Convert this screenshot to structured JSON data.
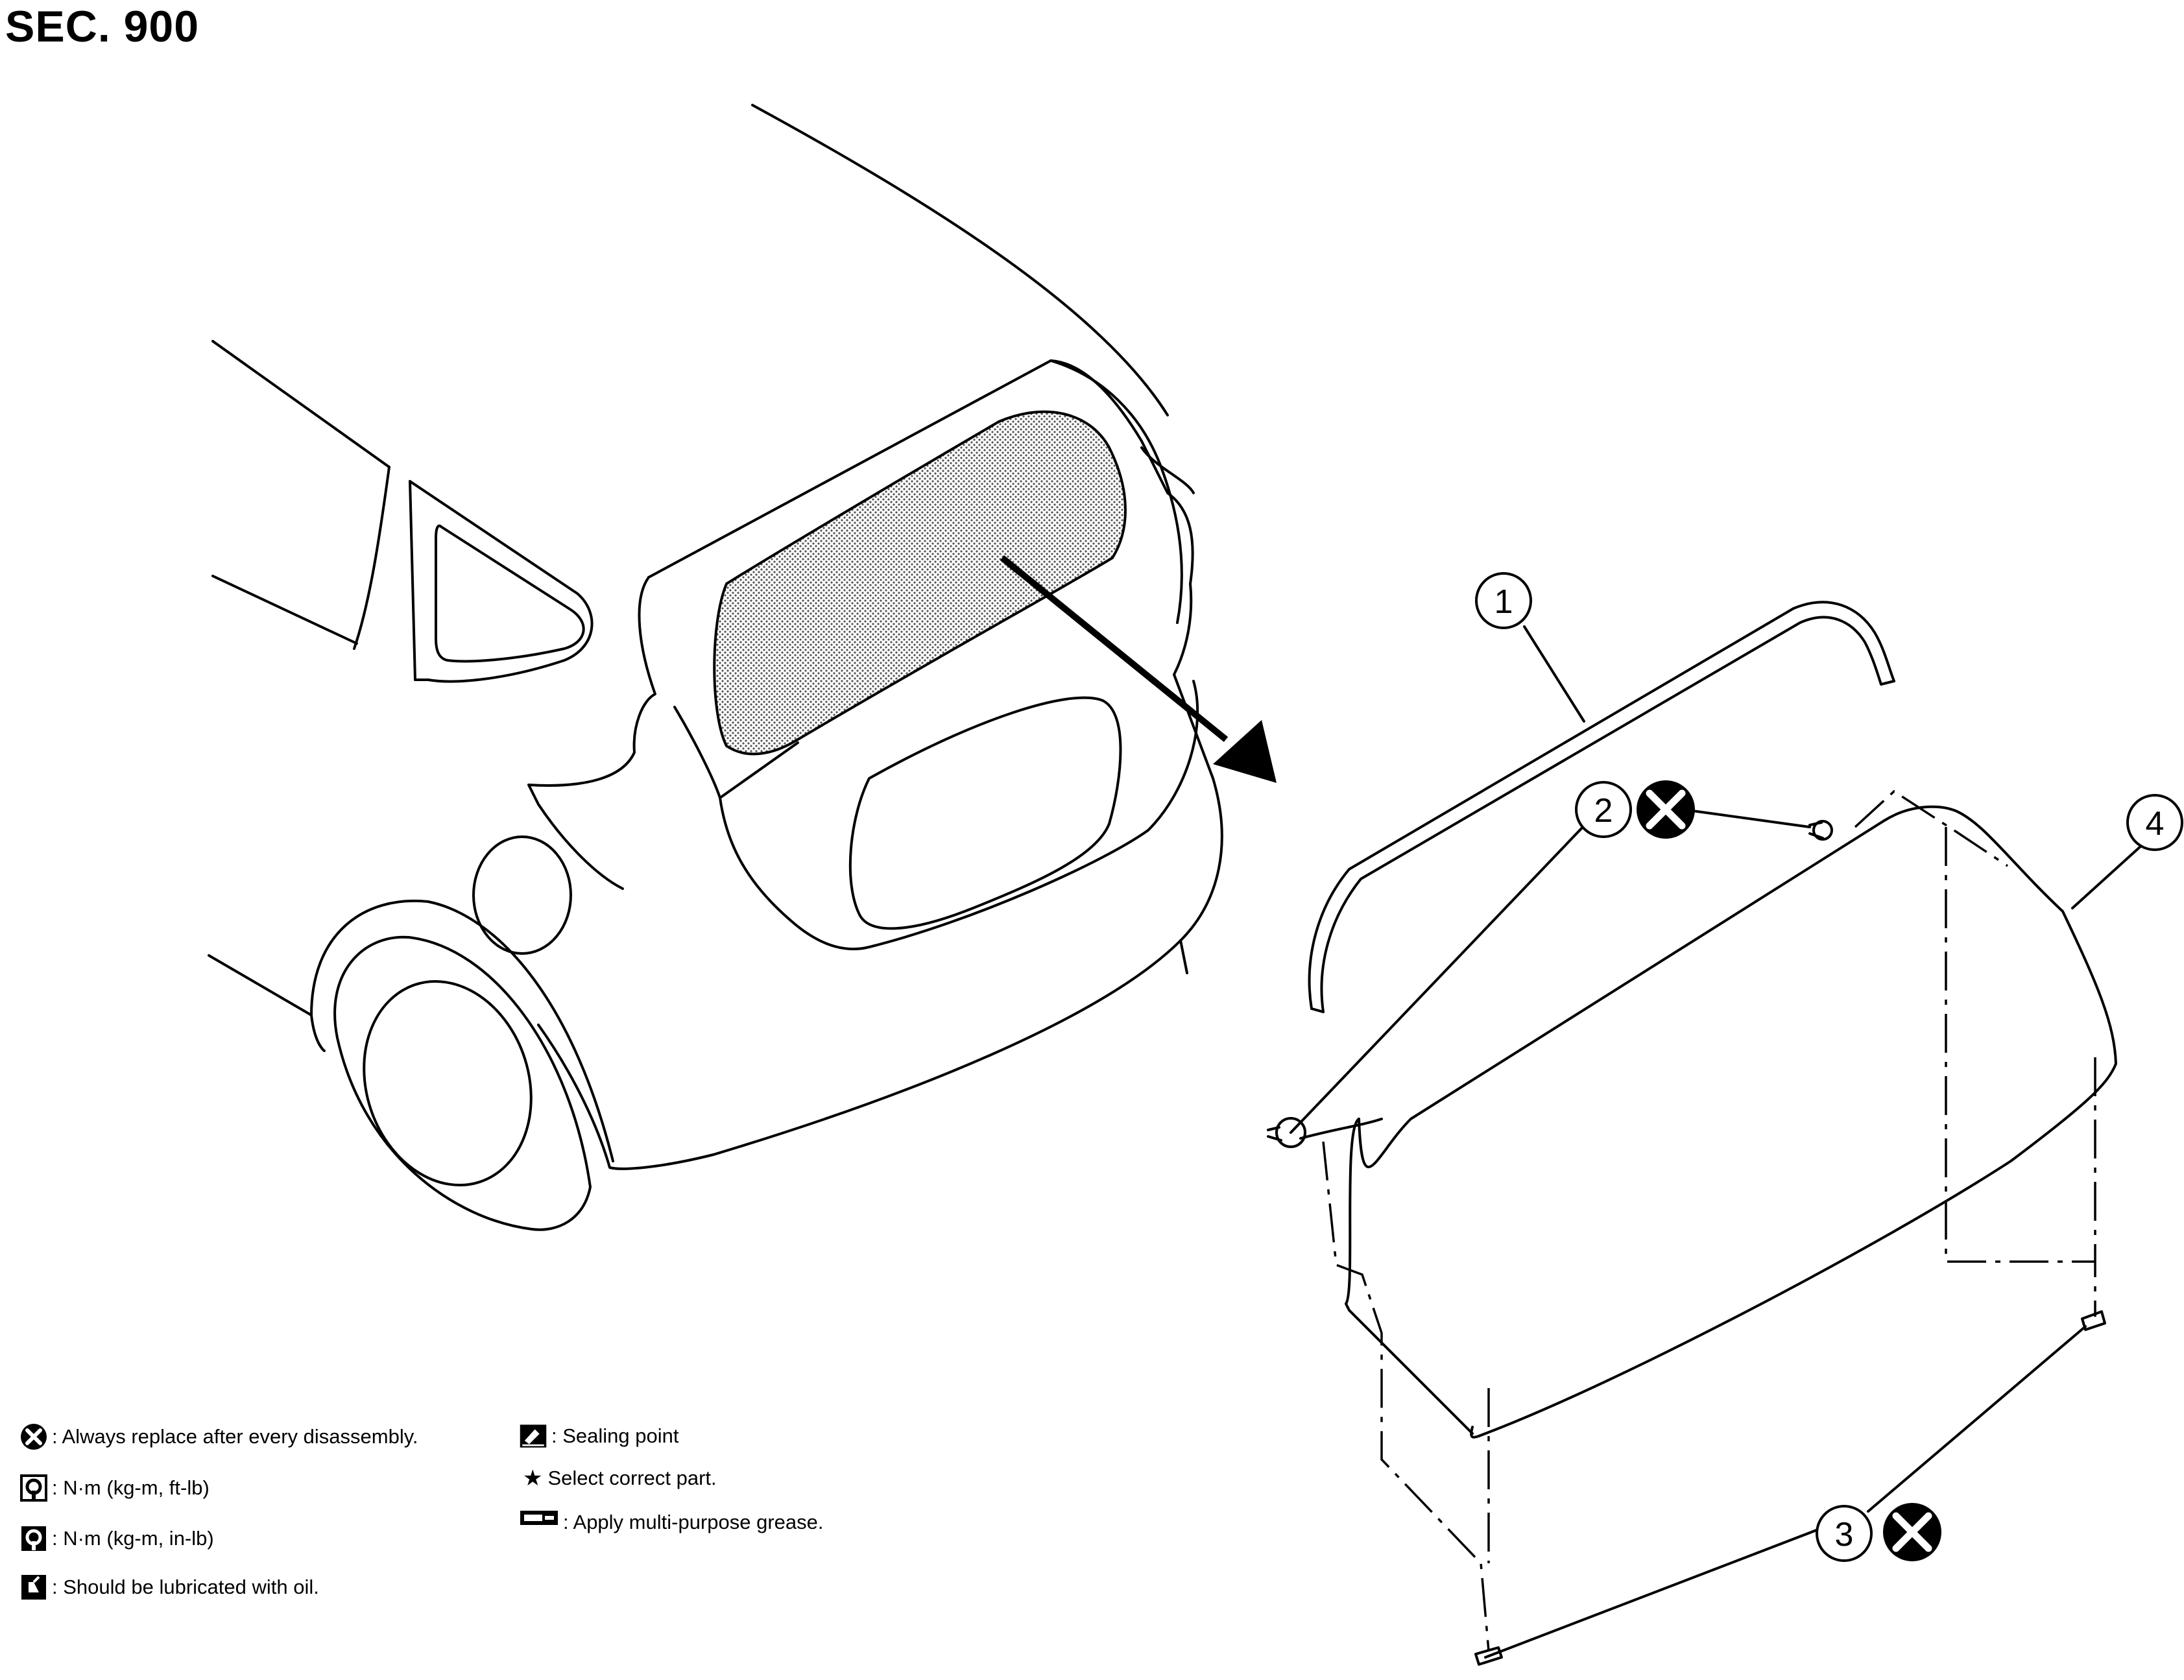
{
  "section_label": "SEC. 900",
  "callouts": {
    "part1": "1",
    "part2": "2",
    "part3": "3",
    "part4": "4"
  },
  "legend": {
    "always_replace": ": Always replace after every disassembly.",
    "torque_ft_lb": ": N·m (kg-m, ft-lb)",
    "torque_in_lb": ": N·m (kg-m, in-lb)",
    "lubricate_oil": ": Should be lubricated with oil.",
    "sealing_point": ": Sealing point",
    "select_part": "Select correct part.",
    "apply_grease": ": Apply multi-purpose grease."
  },
  "icons": {
    "replace": "x-circle-icon",
    "torque": "wrench-torque-icon",
    "oil": "oil-can-icon",
    "sealing": "sealant-tube-icon",
    "select": "star-icon",
    "grease": "grease-gun-icon"
  },
  "colors": {
    "line": "#000000",
    "glass_fill": "#bdbdbd",
    "background": "#ffffff"
  }
}
